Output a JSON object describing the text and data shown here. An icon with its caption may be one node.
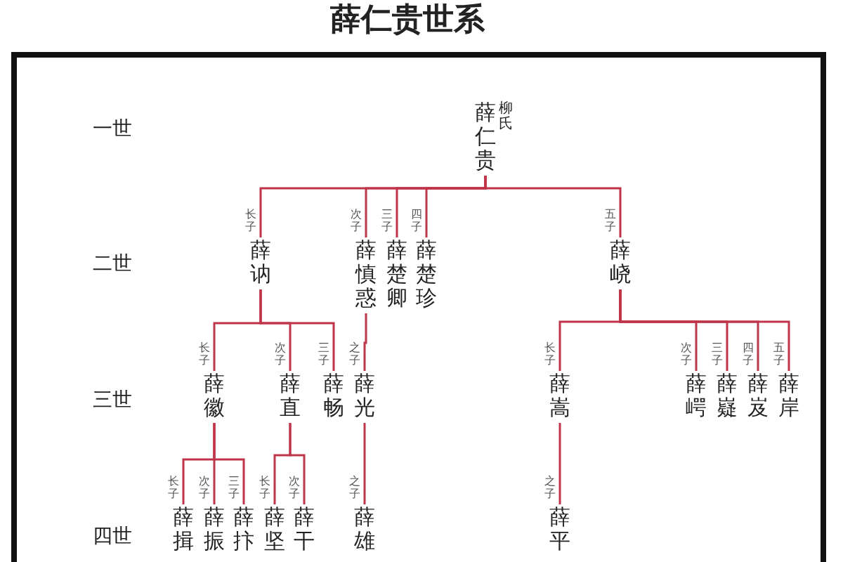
{
  "diagram": {
    "title": "薛仁贵世系",
    "nodes": [
      {
        "text": [
          "薛仁贵"
        ],
        "beside": [
          "柳氏"
        ]
      },
      {
        "text": [
          "薛讷"
        ]
      },
      {
        "text": [
          "薛慎惑"
        ]
      },
      {
        "text": [
          "薛楚卿"
        ]
      },
      {
        "text": [
          "薛楚珍"
        ]
      },
      {
        "text": [
          "薛峣"
        ]
      },
      {
        "text": [
          "薛徽"
        ]
      },
      {
        "text": [
          "薛直"
        ]
      },
      {
        "text": [
          "薛畅"
        ]
      },
      {
        "text": [
          "薛光"
        ]
      },
      {
        "text": [
          "薛嵩"
        ]
      },
      {
        "text": [
          "薛崿"
        ]
      },
      {
        "text": [
          "薛嶷"
        ]
      },
      {
        "text": [
          "薛岌"
        ]
      },
      {
        "text": [
          "薛岸"
        ]
      },
      {
        "text": [
          "薛揖"
        ]
      },
      {
        "text": [
          "薛振"
        ]
      },
      {
        "text": [
          "薛抃"
        ]
      },
      {
        "text": [
          "薛坚"
        ]
      },
      {
        "text": [
          "薛干"
        ]
      },
      {
        "text": [
          "薛雄"
        ]
      },
      {
        "text": [
          "薛平"
        ]
      }
    ],
    "edges": [
      {
        "from": 0,
        "to": 1,
        "arrow": "none",
        "label": "长子"
      },
      {
        "from": 0,
        "to": 2,
        "arrow": "none",
        "label": "次子"
      },
      {
        "from": 0,
        "to": 3,
        "arrow": "none",
        "label": "三子"
      },
      {
        "from": 0,
        "to": 4,
        "arrow": "none",
        "label": "四子"
      },
      {
        "from": 0,
        "to": 5,
        "arrow": "none",
        "label": "五子"
      },
      {
        "from": 1,
        "to": 6,
        "arrow": "none",
        "label": "长子"
      },
      {
        "from": 1,
        "to": 7,
        "arrow": "none",
        "label": "次子"
      },
      {
        "from": 1,
        "to": 8,
        "arrow": "none",
        "label": "三子"
      },
      {
        "from": 2,
        "to": 9,
        "arrow": "none",
        "label": "之子"
      },
      {
        "from": 5,
        "to": 10,
        "arrow": "none",
        "label": "长子"
      },
      {
        "from": 5,
        "to": 11,
        "arrow": "none",
        "label": "次子"
      },
      {
        "from": 5,
        "to": 12,
        "arrow": "none",
        "label": "三子"
      },
      {
        "from": 5,
        "to": 13,
        "arrow": "none",
        "label": "四子"
      },
      {
        "from": 5,
        "to": 14,
        "arrow": "none",
        "label": "五子"
      },
      {
        "from": 6,
        "to": 15,
        "arrow": "none",
        "label": "长子"
      },
      {
        "from": 6,
        "to": 16,
        "arrow": "none",
        "label": "次子"
      },
      {
        "from": 6,
        "to": 17,
        "arrow": "none",
        "label": "三子"
      },
      {
        "from": 7,
        "to": 18,
        "arrow": "none",
        "label": "长子"
      },
      {
        "from": 7,
        "to": 19,
        "arrow": "none",
        "label": "次子"
      },
      {
        "from": 9,
        "to": 20,
        "arrow": "none",
        "label": "之子"
      },
      {
        "from": 10,
        "to": 21,
        "arrow": "none",
        "label": "之子"
      }
    ],
    "labels": [
      "一世",
      "二世",
      "三世",
      "四世"
    ]
  }
}
